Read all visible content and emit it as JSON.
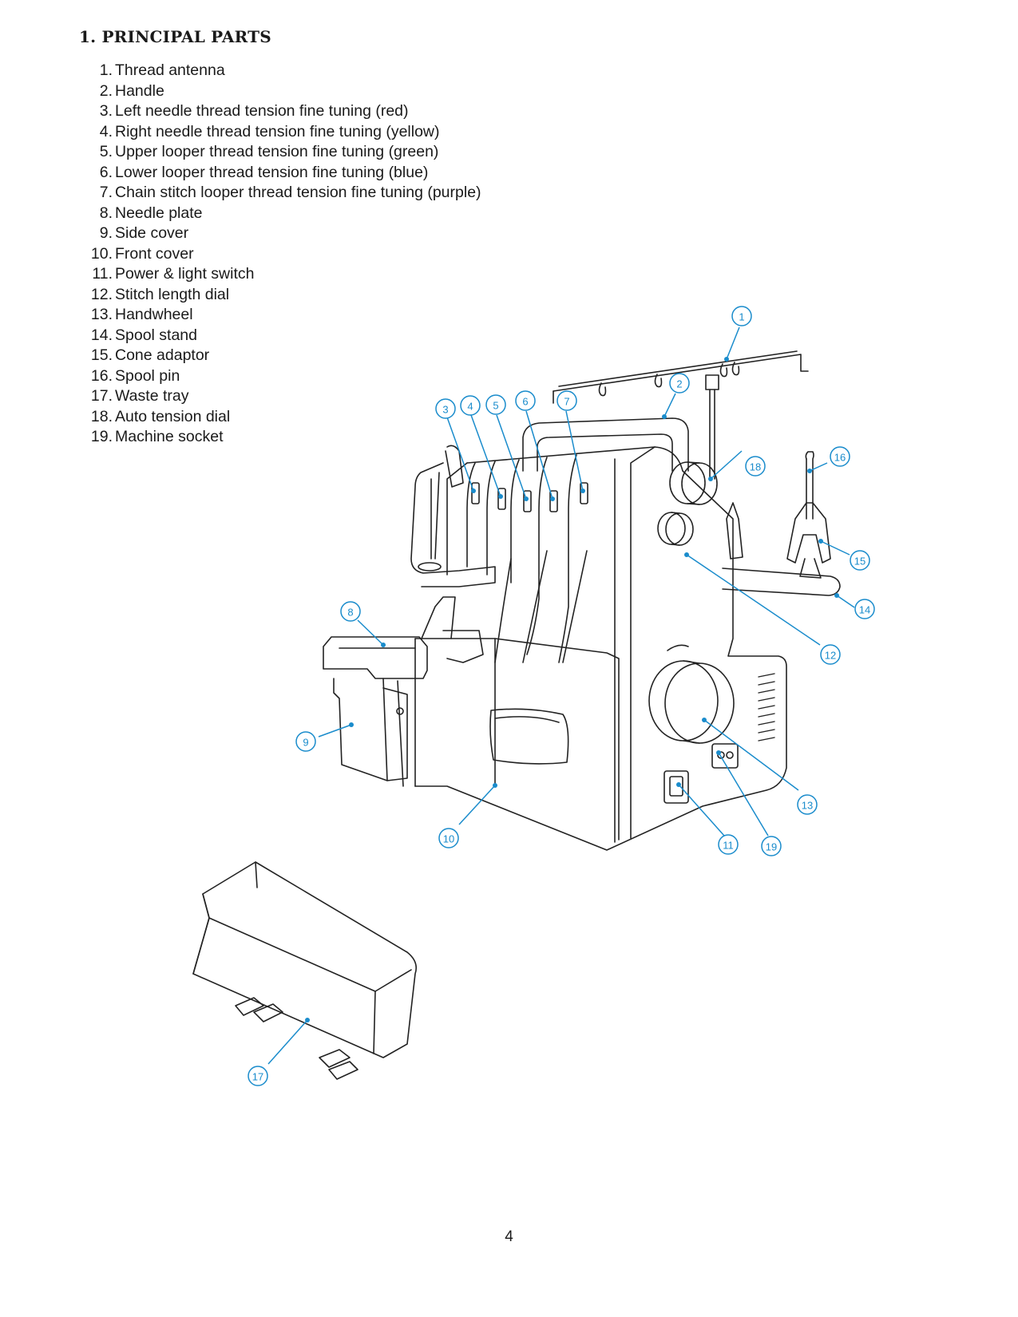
{
  "section": {
    "title": "1. PRINCIPAL PARTS"
  },
  "parts": [
    {
      "num": "1.",
      "label": "Thread antenna"
    },
    {
      "num": "2.",
      "label": "Handle"
    },
    {
      "num": "3.",
      "label": "Left needle thread tension fine tuning (red)"
    },
    {
      "num": "4.",
      "label": "Right needle thread tension fine tuning (yellow)"
    },
    {
      "num": "5.",
      "label": "Upper looper thread tension fine tuning (green)"
    },
    {
      "num": "6.",
      "label": "Lower looper thread tension fine tuning (blue)"
    },
    {
      "num": "7.",
      "label": "Chain stitch looper thread tension fine tuning (purple)"
    },
    {
      "num": "8.",
      "label": "Needle plate"
    },
    {
      "num": "9.",
      "label": "Side cover"
    },
    {
      "num": "10.",
      "label": "Front cover"
    },
    {
      "num": "11.",
      "label": "Power & light switch"
    },
    {
      "num": "12.",
      "label": "Stitch length dial"
    },
    {
      "num": "13.",
      "label": "Handwheel"
    },
    {
      "num": "14.",
      "label": "Spool stand"
    },
    {
      "num": "15.",
      "label": "Cone adaptor"
    },
    {
      "num": "16.",
      "label": "Spool pin"
    },
    {
      "num": "17.",
      "label": "Waste tray"
    },
    {
      "num": "18.",
      "label": "Auto tension dial"
    },
    {
      "num": "19.",
      "label": "Machine socket"
    }
  ],
  "callouts": [
    "1",
    "2",
    "3",
    "4",
    "5",
    "6",
    "7",
    "8",
    "9",
    "10",
    "11",
    "12",
    "13",
    "14",
    "15",
    "16",
    "17",
    "18",
    "19"
  ],
  "colors": {
    "callout": "#1a8ccc",
    "line": "#222222"
  },
  "footer": {
    "page_number": "4"
  }
}
